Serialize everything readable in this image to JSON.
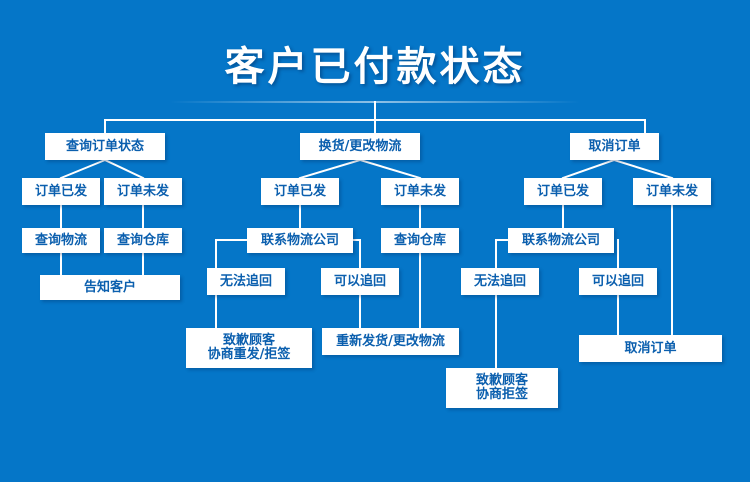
{
  "title": "客户已付款状态",
  "background_color": "#0576c8",
  "node_fill_color": "#ffffff",
  "node_text_color": "#0b5fae",
  "connector_color": "#ffffff",
  "nodes": {
    "root": "客户已付款状态",
    "b1": "查询订单状态",
    "b1_l1": "订单已发",
    "b1_l2": "订单未发",
    "b1_l1_c": "查询物流",
    "b1_l2_c": "查询仓库",
    "b1_end": "告知客户",
    "b2": "换货/更改物流",
    "b2_l1": "订单已发",
    "b2_l2": "订单未发",
    "b2_l1_c": "联系物流公司",
    "b2_l2_c": "查询仓库",
    "b2_fail": "无法追回",
    "b2_ok": "可以追回",
    "b2_end_fail": "致歉顾客\n协商重发/拒签",
    "b2_end_ok": "重新发货/更改物流",
    "b3": "取消订单",
    "b3_l1": "订单已发",
    "b3_l2": "订单未发",
    "b3_l1_c": "联系物流公司",
    "b3_fail": "无法追回",
    "b3_ok": "可以追回",
    "b3_end_fail": "致歉顾客\n协商拒签",
    "b3_end_ok": "取消订单"
  }
}
